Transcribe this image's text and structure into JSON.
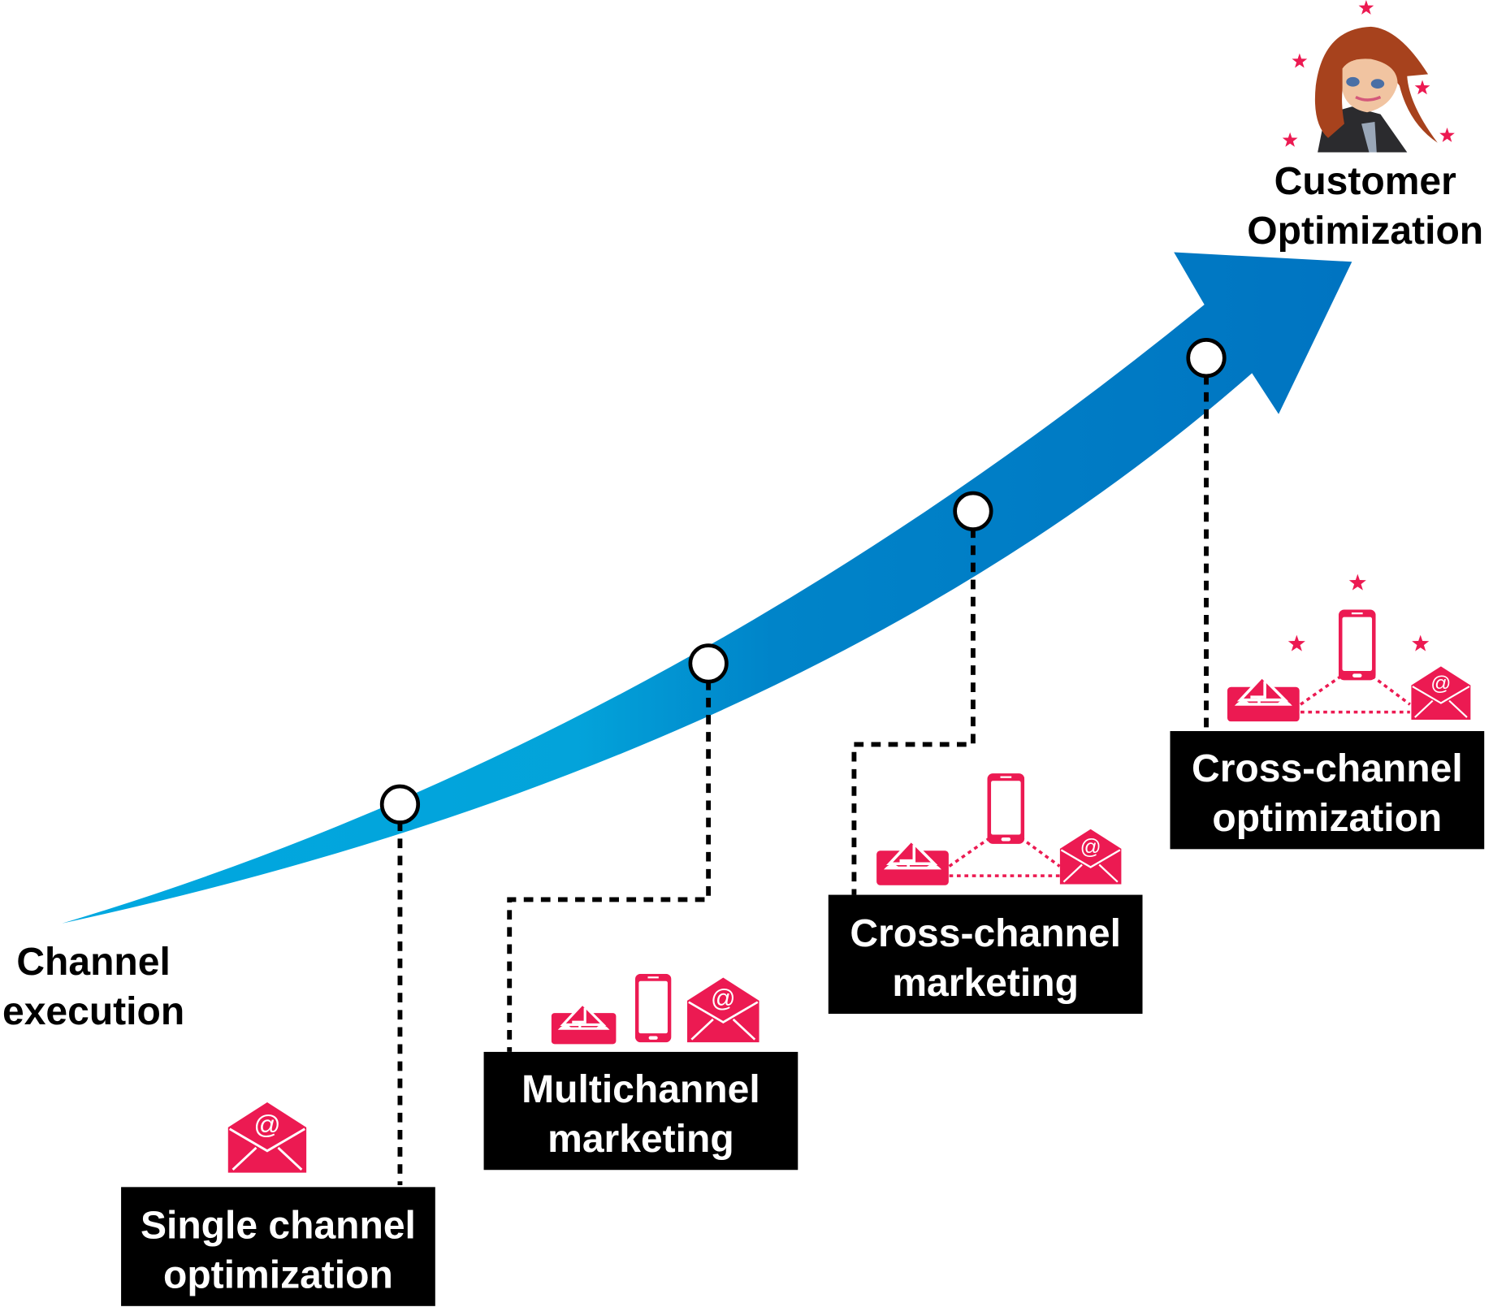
{
  "title": "Channel execution to Customer Optimization",
  "start_label": {
    "line1": "Channel",
    "line2": "execution"
  },
  "end_label": {
    "line1": "Customer",
    "line2": "Optimization"
  },
  "stages": [
    {
      "line1": "Single channel",
      "line2": "optimization",
      "icons": [
        "email-icon"
      ]
    },
    {
      "line1": "Multichannel",
      "line2": "marketing",
      "icons": [
        "inbox-icon",
        "phone-icon",
        "email-icon"
      ]
    },
    {
      "line1": "Cross-channel",
      "line2": "marketing",
      "icons": [
        "inbox-icon",
        "phone-icon",
        "email-icon"
      ]
    },
    {
      "line1": "Cross-channel",
      "line2": "optimization",
      "icons": [
        "inbox-icon",
        "phone-icon",
        "email-icon",
        "star-icon"
      ]
    }
  ],
  "colors": {
    "accent_pink": "#ec1a52",
    "arrow_light": "#00a8e0",
    "arrow_dark": "#0074c1",
    "box": "#000000"
  }
}
